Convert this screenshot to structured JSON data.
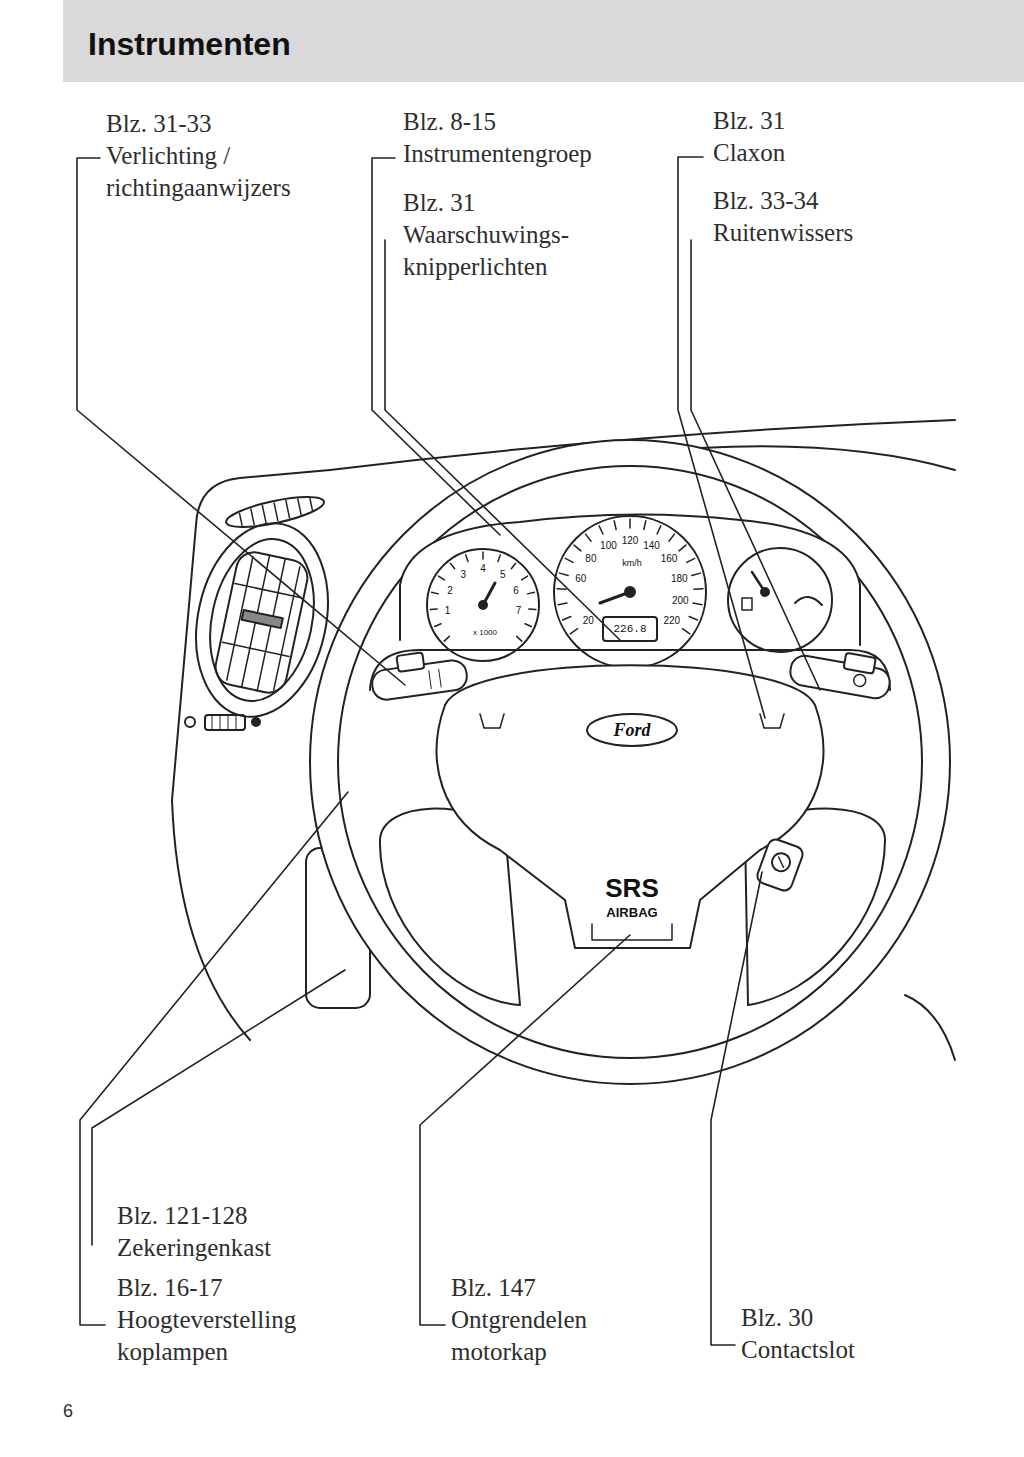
{
  "diagram": {
    "title": "Instrumenten",
    "labels": [
      "Blz. 31-33",
      "Verlichting / richtingaanwijzers",
      "Blz. 8-15",
      "Instrumentengroep",
      "Blz. 31",
      "Waarschuwings- knipperlichten",
      "Blz. 31",
      "Claxon",
      "Blz. 33-34",
      "Ruitenwissers",
      "Blz. 121-128",
      "Zekeringenkast",
      "Blz. 16-17",
      "Hoogteverstelling koplampen",
      "Blz. 147",
      "Ontgrendelen motorkap",
      "Blz. 30",
      "Contactslot",
      "6",
      "Ford",
      "SRS",
      "AIRBAG",
      "km/h",
      "x 1000",
      "226.8",
      "20",
      "60",
      "80",
      "100",
      "120",
      "140",
      "160",
      "180",
      "200",
      "220",
      "1",
      "2",
      "3",
      "4",
      "5",
      "6",
      "7"
    ]
  }
}
